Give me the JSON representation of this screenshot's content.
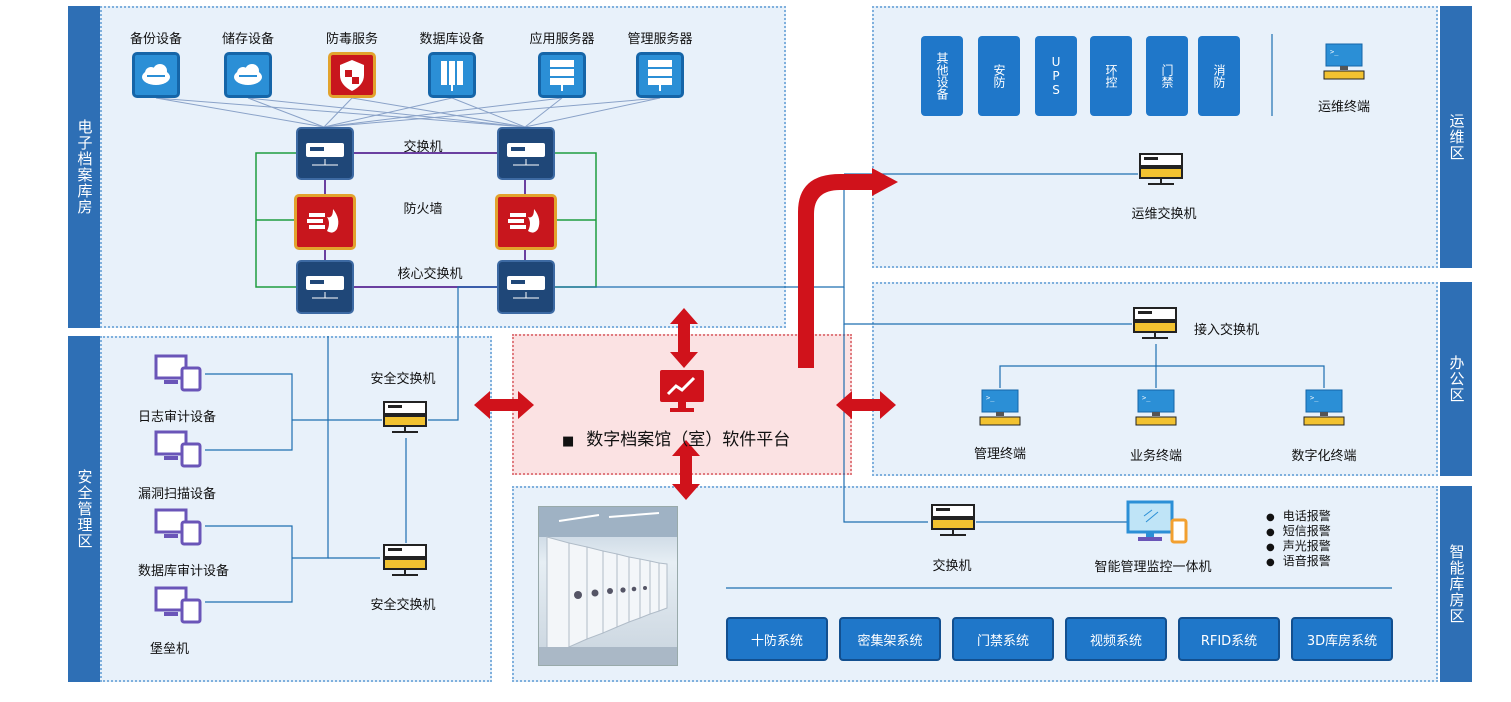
{
  "zones": {
    "archive_room": "电子档案库房",
    "security": "安全管理区",
    "ops": "运维区",
    "office": "办公区",
    "smart_storage": "智能库房区"
  },
  "archive": {
    "servers": [
      "备份设备",
      "储存设备",
      "防毒服务",
      "数据库设备",
      "应用服务器",
      "管理服务器"
    ],
    "switch_label": "交换机",
    "firewall_label": "防火墙",
    "core_switch_label": "核心交换机"
  },
  "security": {
    "devices": [
      "日志审计设备",
      "漏洞扫描设备",
      "数据库审计设备",
      "堡垒机"
    ],
    "switch_top": "安全交换机",
    "switch_bottom": "安全交换机"
  },
  "platform": {
    "bullet": "■",
    "title": "数字档案馆（室）软件平台"
  },
  "ops": {
    "subsystems": [
      "其他设备",
      "安防",
      "UPS",
      "环控",
      "门禁",
      "消防"
    ],
    "terminal": "运维终端",
    "switch": "运维交换机"
  },
  "office": {
    "switch": "接入交换机",
    "terminals": [
      "管理终端",
      "业务终端",
      "数字化终端"
    ]
  },
  "smart": {
    "switch": "交换机",
    "monitor": "智能管理监控一体机",
    "alarms": [
      "电话报警",
      "短信报警",
      "声光报警",
      "语音报警"
    ],
    "systems": [
      "十防系统",
      "密集架系统",
      "门禁系统",
      "视频系统",
      "RFID系统",
      "3D库房系统"
    ]
  },
  "colors": {
    "zone_label_bg": "#2e6fb5",
    "zone_bg": "#e8f1fa",
    "platform_bg": "#fbe2e3",
    "arrow_red": "#d0121b",
    "device_blue": "#2b8fd6",
    "firewall_red": "#c8161d"
  }
}
